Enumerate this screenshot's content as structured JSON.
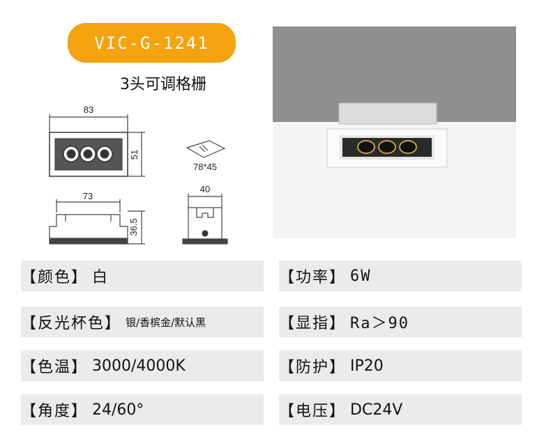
{
  "header": {
    "model": "VIC-G-1241",
    "subtitle": "3头可调格栅"
  },
  "drawings": {
    "front_width": "83",
    "front_height": "51",
    "cutout": "78*45",
    "side_width": "73",
    "side_height": "36.5",
    "end_width": "40"
  },
  "specs": {
    "color": {
      "key": "【颜色】",
      "value": "白"
    },
    "power": {
      "key": "【功率】",
      "value": "6W"
    },
    "cup_color": {
      "key": "【反光杯色】",
      "value": "银/香槟金/默认黑"
    },
    "cri": {
      "key": "【显指】",
      "value": "Ra＞90"
    },
    "cct": {
      "key": "【色温】",
      "value": "3000/4000K"
    },
    "ip": {
      "key": "【防护】",
      "value": "IP20"
    },
    "angle": {
      "key": "【角度】",
      "value": "24/60°"
    },
    "voltage": {
      "key": "【电压】",
      "value": "DC24V"
    }
  },
  "colors": {
    "badge": "#f5a20f",
    "row_bg": "#ebebeb"
  }
}
